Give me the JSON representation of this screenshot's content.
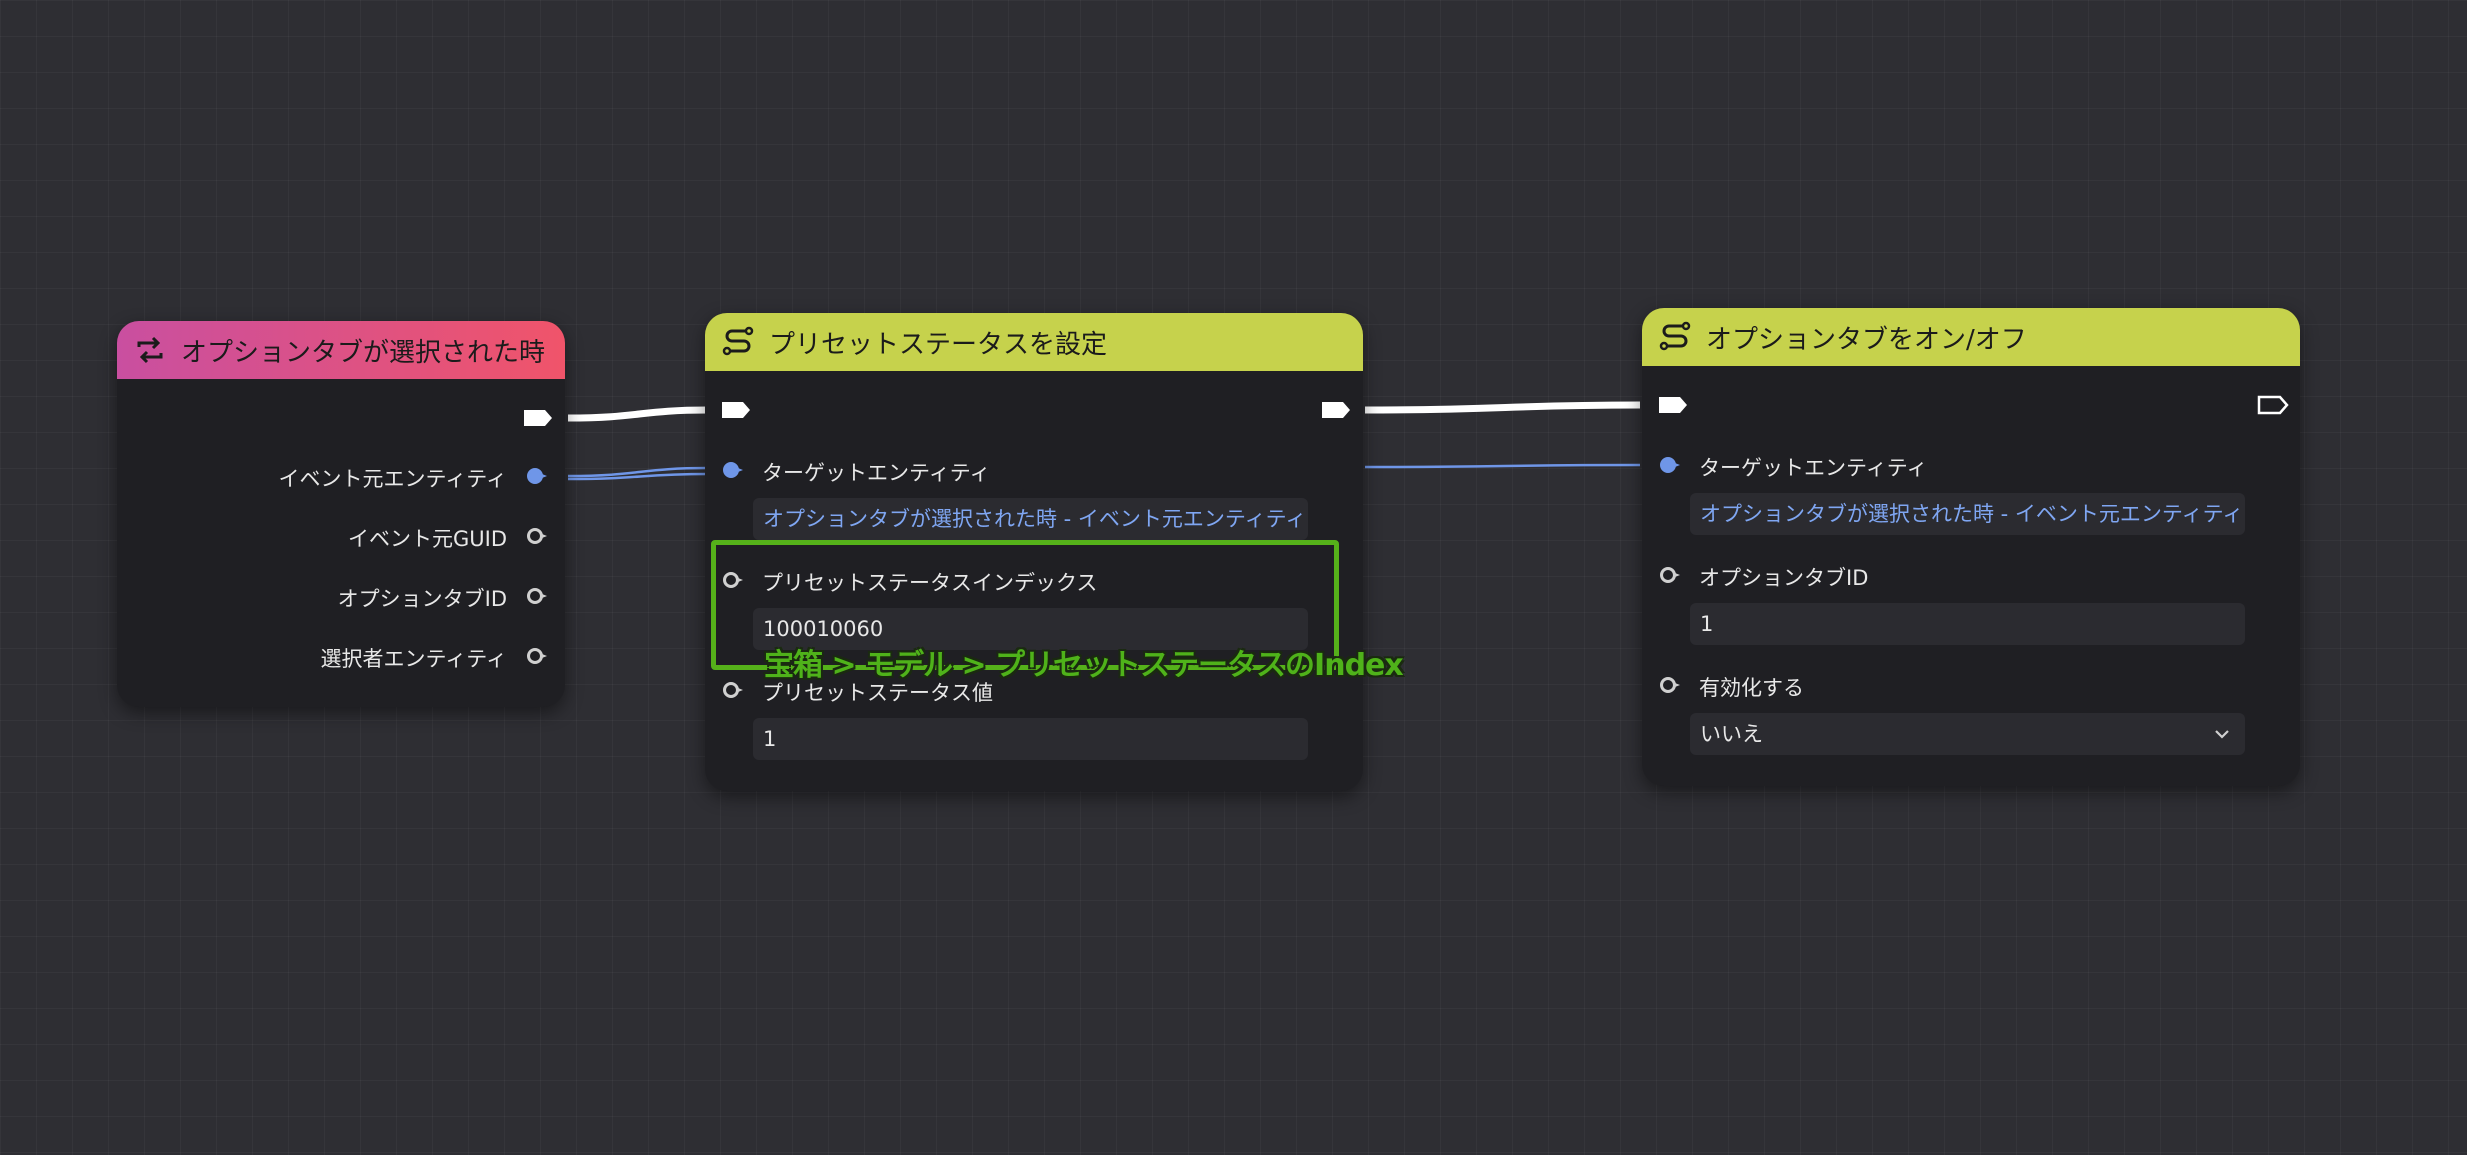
{
  "nodes": {
    "event": {
      "title": "オプションタブが選択された時",
      "outputs": [
        "イベント元エンティティ",
        "イベント元GUID",
        "オプションタブID",
        "選択者エンティティ"
      ]
    },
    "preset": {
      "title": "プリセットステータスを設定",
      "target_label": "ターゲットエンティティ",
      "target_value": "オプションタブが選択された時 - イベント元エンティティ",
      "index_label": "プリセットステータスインデックス",
      "index_value": "100010060",
      "value_label": "プリセットステータス値",
      "value_value": "1"
    },
    "toggle": {
      "title": "オプションタブをオン/オフ",
      "target_label": "ターゲットエンティティ",
      "target_value": "オプションタブが選択された時 - イベント元エンティティ",
      "tabid_label": "オプションタブID",
      "tabid_value": "1",
      "enable_label": "有効化する",
      "enable_value": "いいえ"
    }
  },
  "annotation": {
    "text": "宝箱 > モデル > プリセットステータスのIndex",
    "color": "#55b11a"
  },
  "colors": {
    "event_header_start": "#c94fa0",
    "event_header_end": "#f0546a",
    "action_header": "#c6d24c",
    "entity_pin": "#6f96e8",
    "exec_wire": "#ffffff"
  },
  "icons": {
    "event": "loop-arrows-icon",
    "action": "script-s-icon",
    "dropdown": "chevron-down-icon"
  }
}
